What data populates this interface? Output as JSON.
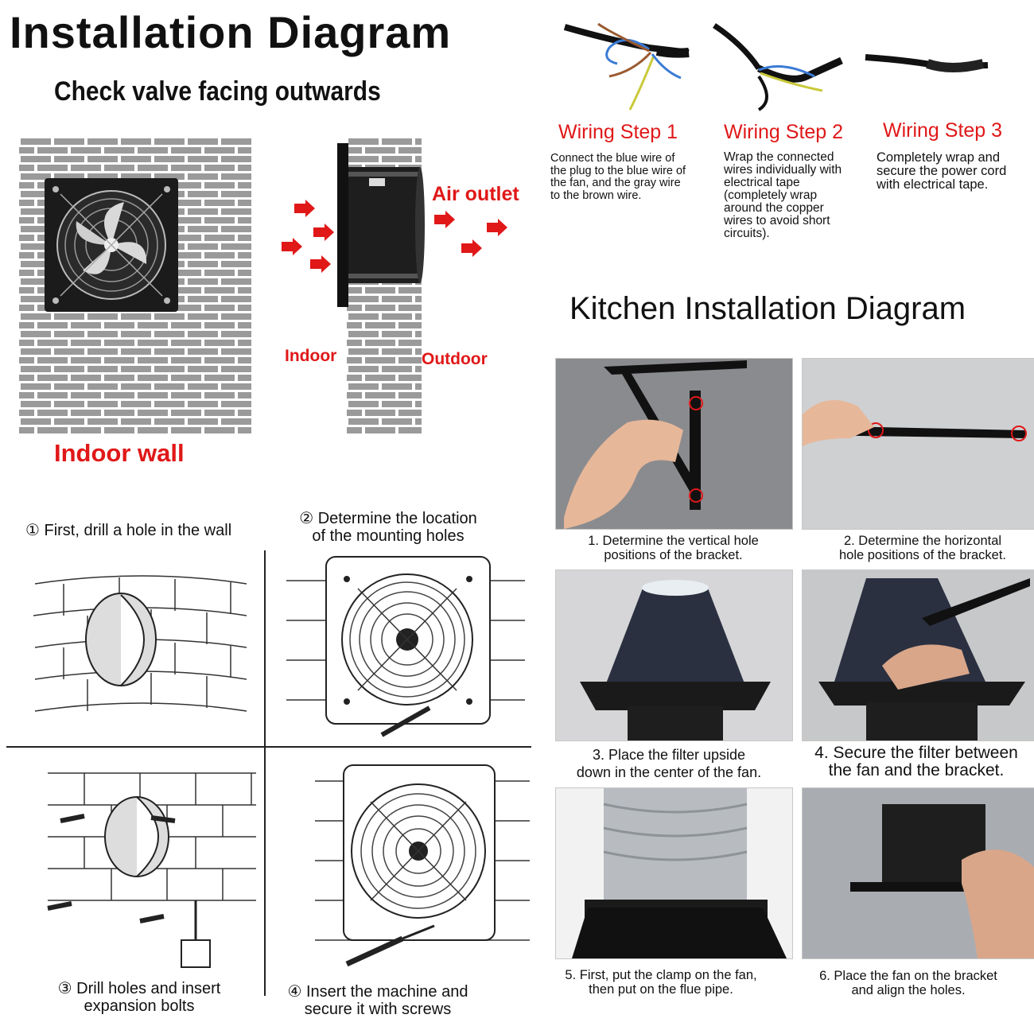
{
  "title": "Installation Diagram",
  "subtitle": "Check valve facing outwards",
  "labels": {
    "indoor_wall": "Indoor wall",
    "air_outlet": "Air outlet",
    "indoor": "Indoor",
    "outdoor": "Outdoor"
  },
  "wiring_steps": [
    {
      "title": "Wiring Step 1",
      "desc": "Connect the blue wire of the plug to the blue wire of the fan, and the gray wire to the brown wire."
    },
    {
      "title": "Wiring Step 2",
      "desc": "Wrap the connected wires individually with electrical tape (completely wrap around the copper wires to avoid short circuits)."
    },
    {
      "title": "Wiring Step 3",
      "desc": "Completely wrap and secure the power cord with electrical tape."
    }
  ],
  "kitchen_title": "Kitchen Installation Diagram",
  "kitchen_steps": [
    "1. Determine the vertical hole\npositions of the bracket.",
    "2. Determine the horizontal\nhole positions of the bracket.",
    "3. Place the filter upside\ndown in the center of the fan.",
    "4. Secure the filter between\nthe fan and the bracket.",
    "5. First, put the clamp on the fan,\nthen put on the flue pipe.",
    "6. Place the fan on the bracket\nand align the holes."
  ],
  "install_steps": [
    "① First, drill a hole in the wall",
    "② Determine the location\nof the mounting holes",
    "③ Drill holes and insert\nexpansion bolts",
    "④ Insert the machine and\nsecure it with screws"
  ],
  "colors": {
    "accent_red": "#e01818",
    "brick_gray": "#9a9a9a",
    "photo_gray": "#8f9093"
  }
}
